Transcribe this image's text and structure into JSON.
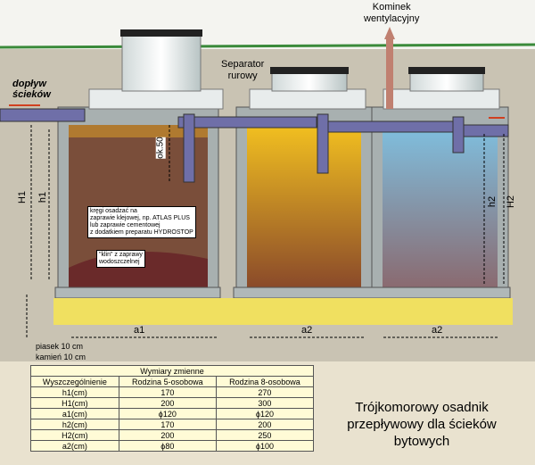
{
  "labels": {
    "inflow": "dopływ\nścieków",
    "inflow_l1": "dopływ",
    "inflow_l2": "ścieków",
    "vent_l1": "Kominek",
    "vent_l2": "wentylacyjny",
    "sep_l1": "Separator",
    "sep_l2": "rurowy",
    "ok50": "ok.50",
    "H1": "H1",
    "h1": "h1",
    "h2": "h2",
    "H2": "H2",
    "a1": "a1",
    "a2a": "a2",
    "a2b": "a2",
    "sand": "piasek 10 cm",
    "stone": "kamień 10 cm"
  },
  "notes": {
    "rings": [
      "kręgi osadzać na",
      "zaprawie klejowej, np. ATLAS PLUS",
      "lub zaprawie cementowej",
      "z dodatkiem  preparatu HYDROSTOP"
    ],
    "wedge": [
      "\"klin\" z zaprawy",
      "wodoszczelnej"
    ]
  },
  "table": {
    "caption": "Wymiary zmienne",
    "headers": [
      "Wyszczególnienie",
      "Rodzina 5-osobowa",
      "Rodzina 8-osobowa"
    ],
    "rows": [
      [
        "h1(cm)",
        "170",
        "270"
      ],
      [
        "H1(cm)",
        "200",
        "300"
      ],
      [
        "a1(cm)",
        "ϕ120",
        "ϕ120"
      ],
      [
        "h2(cm)",
        "170",
        "200"
      ],
      [
        "H2(cm)",
        "200",
        "250"
      ],
      [
        "a2(cm)",
        "ϕ80",
        "ϕ100"
      ]
    ]
  },
  "title": "Trójkomorowy osadnik przepływowy dla ścieków bytowych",
  "colors": {
    "pipe": "#6f6fa8",
    "sludge": "#7a4e3a",
    "yellow": "#e8a010",
    "blue": "#5f9ac0",
    "sand": "#f0e060",
    "ground": "#c9c3b3"
  }
}
